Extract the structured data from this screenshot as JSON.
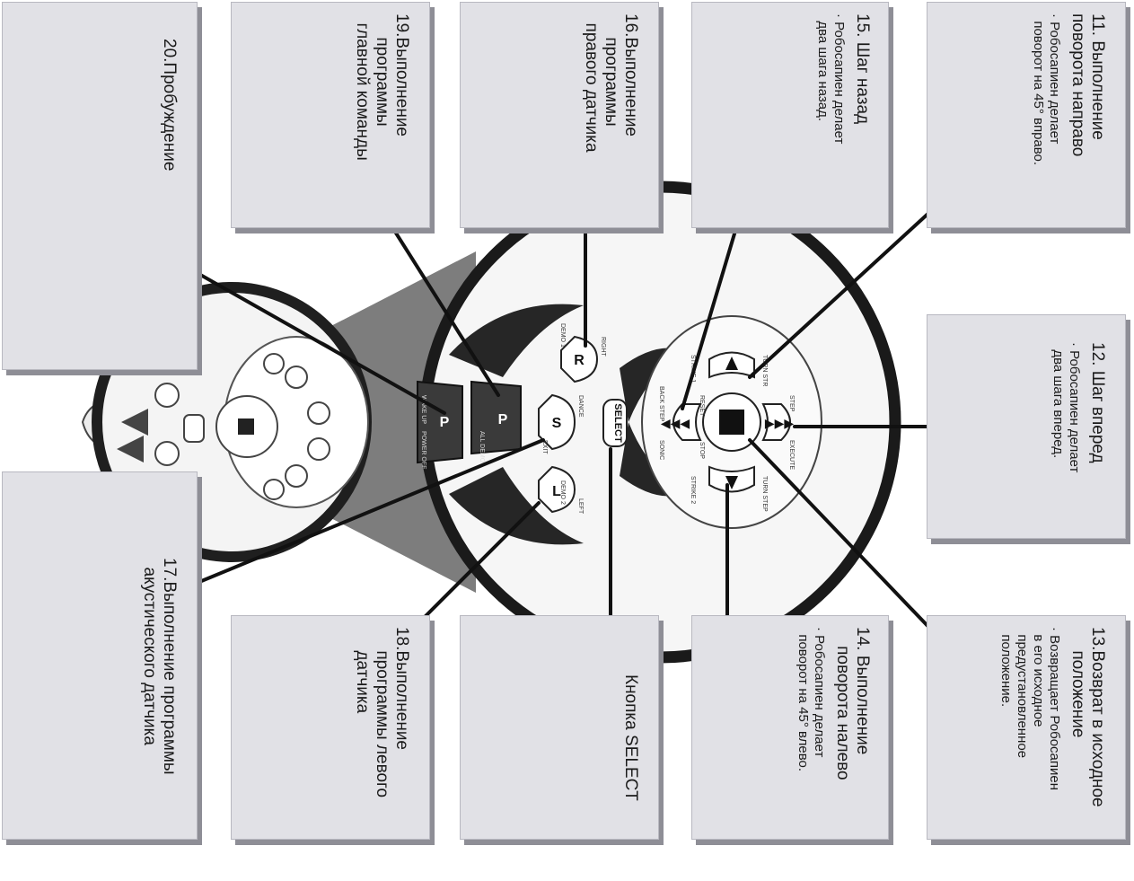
{
  "callouts": [
    {
      "id": "c11",
      "title": "11. Выполнение\nповорота направо",
      "desc": "· Робосапиен делает\n  поворот на 45° вправо."
    },
    {
      "id": "c12",
      "title": "12. Шаг вперед",
      "desc": "· Робосапиен делает\n  два шага вперед."
    },
    {
      "id": "c13",
      "title": "13.Возврат в исходное\n     положение",
      "desc": "· Возвращает Робосапиен\n  в его исходное\n  предустановленное\n  положение."
    },
    {
      "id": "c14",
      "title": "14. Выполнение\n    поворота налево",
      "desc": "· Робосапиен делает\n  поворот на 45° влево."
    },
    {
      "id": "c15",
      "title": "15. Шаг назад",
      "desc": "· Робосапиен делает\n  два шага назад."
    },
    {
      "id": "c16",
      "title": "16.Выполнение\n     программы\n  правого датчика",
      "desc": ""
    },
    {
      "id": "c17",
      "title": "17.Выполнение программы\n  акустического датчика",
      "desc": ""
    },
    {
      "id": "c18",
      "title": "18.Выполнение\n     программы левого\n     датчика",
      "desc": ""
    },
    {
      "id": "c19",
      "title": "19.Выполнение\n     программы\n  главной команды",
      "desc": ""
    },
    {
      "id": "c20",
      "title": "20.Пробуждение",
      "desc": ""
    },
    {
      "id": "cselect",
      "title": "Кнопка SELECT",
      "desc": ""
    }
  ],
  "remote": {
    "select_label": "SELECT",
    "r_label": "R",
    "s_label": "S",
    "l_label": "L",
    "p_label": "P",
    "p2_label": "P",
    "small": {
      "turn_r": "TURN STR",
      "strike1": "STRIKE 1",
      "step": "STEP",
      "execute": "EXECUTE",
      "turn_l": "TURN STEP",
      "strike2": "STRIKE 2",
      "reset": "RESET",
      "back_step": "BACK STEP",
      "demo1": "DEMO 1",
      "demo2": "DEMO 2",
      "right": "RIGHT",
      "left": "LEFT",
      "sonic": "SONIC",
      "dance": "DANCE",
      "exit": "EXIT",
      "all_demo": "ALL DEMO",
      "wake_up": "WAKE UP",
      "power_off": "POWER OFF",
      "stop": "STOP"
    }
  },
  "colors": {
    "box": "#e1e1e6",
    "shadow": "#8e8e96",
    "dark": "#2a2a2a",
    "cone": "#7a7a7a",
    "pad": "#f2f2f2"
  }
}
